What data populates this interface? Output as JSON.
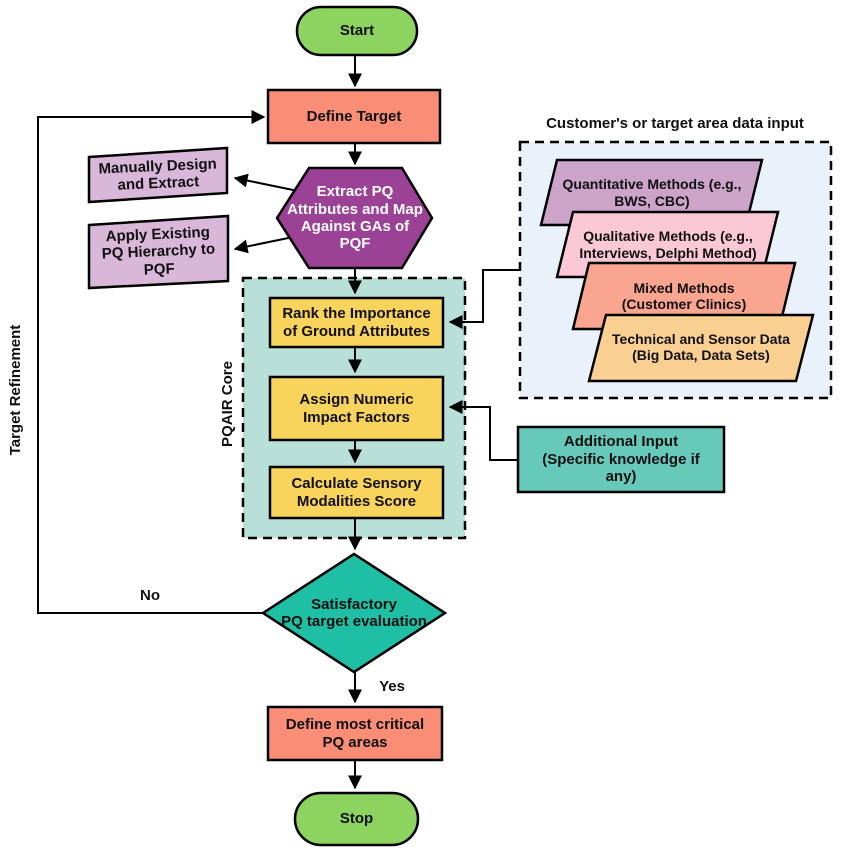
{
  "colors": {
    "green": "#8DD35F",
    "salmon": "#F98D76",
    "purple": "#9C4296",
    "light_purple": "#D8B7D8",
    "yellow": "#F9D45C",
    "pqair_bg": "#B8DFD8",
    "input_bg": "#E9F1FA",
    "mauve": "#CCA3C9",
    "pink": "#FBC9D6",
    "mixed_salmon": "#F9A590",
    "peach": "#F9CF92",
    "teal": "#67C9B9",
    "diamond_teal": "#1FBFA5"
  },
  "nodes": {
    "start": {
      "label": "Start"
    },
    "define_target": {
      "label": "Define Target"
    },
    "extract_pq": {
      "label": [
        "Extract PQ",
        "Attributes and Map",
        "Against GAs of",
        "PQF"
      ]
    },
    "manually_design": {
      "label": [
        "Manually Design",
        "and Extract"
      ]
    },
    "apply_existing": {
      "label": [
        "Apply Existing",
        "PQ Hierarchy to",
        "PQF"
      ]
    },
    "rank_importance": {
      "label": [
        "Rank the Importance",
        "of Ground Attributes"
      ]
    },
    "assign_numeric": {
      "label": [
        "Assign Numeric",
        "Impact Factors"
      ]
    },
    "calculate_sensory": {
      "label": [
        "Calculate Sensory",
        "Modalities Score"
      ]
    },
    "quantitative": {
      "label": [
        "Quantitative Methods (e.g.,",
        "BWS, CBC)"
      ]
    },
    "qualitative": {
      "label": [
        "Qualitative Methods (e.g.,",
        "Interviews, Delphi Method)"
      ]
    },
    "mixed": {
      "label": [
        "Mixed Methods",
        "(Customer Clinics)"
      ]
    },
    "technical": {
      "label": [
        "Technical and Sensor Data",
        "(Big Data, Data Sets)"
      ]
    },
    "additional_input": {
      "label": [
        "Additional Input",
        "(Specific knowledge if",
        "any)"
      ]
    },
    "decision": {
      "label": [
        "Satisfactory",
        "PQ target evaluation"
      ]
    },
    "define_critical": {
      "label": [
        "Define most critical",
        "PQ areas"
      ]
    },
    "stop": {
      "label": "Stop"
    }
  },
  "groups": {
    "pqair_core": {
      "label": "PQAIR Core"
    },
    "customer_input": {
      "title": "Customer's or target area data input"
    }
  },
  "edge_labels": {
    "no": "No",
    "yes": "Yes",
    "target_refinement": "Target Refinement"
  }
}
